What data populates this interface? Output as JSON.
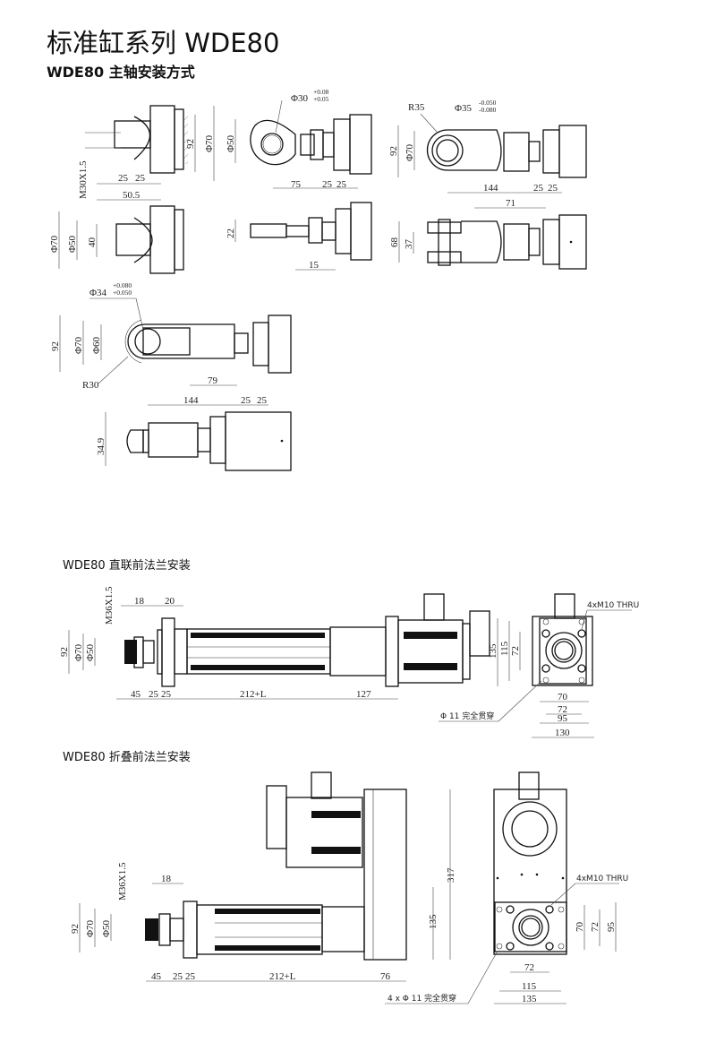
{
  "title": "标准缸系列 WDE80",
  "spindle": {
    "heading": "WDE80 主轴安装方式",
    "fork_top": {
      "thread": "M30X1.5",
      "d1": "25",
      "d2": "25",
      "d3": "50.5"
    },
    "eye": {
      "dia": "Φ30",
      "tol_up": "+0.08",
      "tol_low": "+0.05",
      "h92": "92",
      "d70": "Φ70",
      "d50": "Φ50",
      "l75": "75",
      "l25a": "25",
      "l25b": "25"
    },
    "rod_eye": {
      "r": "R35",
      "dia": "Φ35",
      "tol_up": "-0.050",
      "tol_low": "-0.080",
      "h92": "92",
      "d70": "Φ70",
      "l144": "144",
      "l25a": "25",
      "l25b": "25"
    },
    "fork_side": {
      "d70": "Φ70",
      "d50": "Φ50",
      "h40": "40"
    },
    "eye_side": {
      "h22": "22",
      "l15": "15"
    },
    "rod_eye_side": {
      "l71": "71",
      "h68": "68",
      "h37": "37"
    },
    "slot_eye": {
      "dia": "Φ34",
      "tol_up": "+0.080",
      "tol_low": "+0.050",
      "h92": "92",
      "d70": "Φ70",
      "d60": "Φ60",
      "r": "R30",
      "l79": "79",
      "l144": "144",
      "l25a": "25",
      "l25b": "25"
    },
    "slot_eye_side": {
      "h": "34.9"
    }
  },
  "inline_flange": {
    "heading": "WDE80 直联前法兰安装",
    "thread": "M36X1.5",
    "l18": "18",
    "l20": "20",
    "h92": "92",
    "d70": "Φ70",
    "d50": "Φ50",
    "l45": "45",
    "l25a": "25",
    "l25b": "25",
    "l212": "212+L",
    "l127": "127",
    "h135": "135",
    "holes_note": "4xM10 THRU",
    "h115": "115",
    "h72": "72",
    "w70": "70",
    "w72": "72",
    "w95": "95",
    "w130": "130",
    "thru_note": "Φ 11 完全贯穿"
  },
  "folded_flange": {
    "heading": "WDE80 折叠前法兰安装",
    "thread": "M36X1.5",
    "l18": "18",
    "h92": "92",
    "d70": "Φ70",
    "d50": "Φ50",
    "l45": "45",
    "l25a": "25",
    "l25b": "25",
    "l212": "212+L",
    "l76": "76",
    "h317": "317",
    "h135": "135",
    "thru_note": "4 x Φ 11 完全贯穿",
    "holes_note": "4xM10 THRU",
    "h70": "70",
    "h72": "72",
    "h95": "95",
    "w72": "72",
    "w115": "115",
    "w135": "135"
  }
}
